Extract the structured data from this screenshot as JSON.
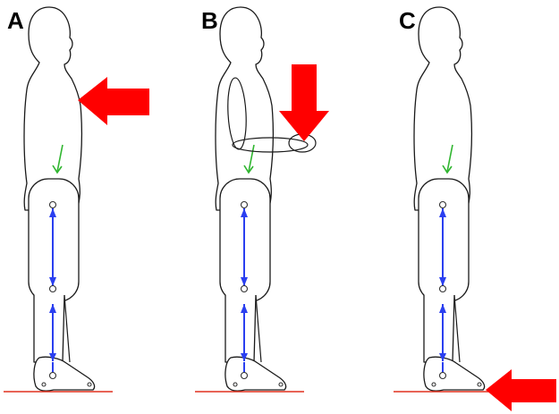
{
  "panels": [
    {
      "id": "A",
      "label": "A",
      "force_arrow": "red-arrow-left",
      "arm_load": false
    },
    {
      "id": "B",
      "label": "B",
      "force_arrow": "red-arrow-down",
      "arm_load": true
    },
    {
      "id": "C",
      "label": "C",
      "force_arrow": "red-arrow-left-at-feet",
      "arm_load": false
    }
  ],
  "colors": {
    "force_arrow": "#ff0000",
    "ground_line": "#e0301e",
    "segment_link": "#2a3ff0",
    "center_of_mass_arrow": "#2fb52f",
    "outline": "#1a1a1a"
  }
}
